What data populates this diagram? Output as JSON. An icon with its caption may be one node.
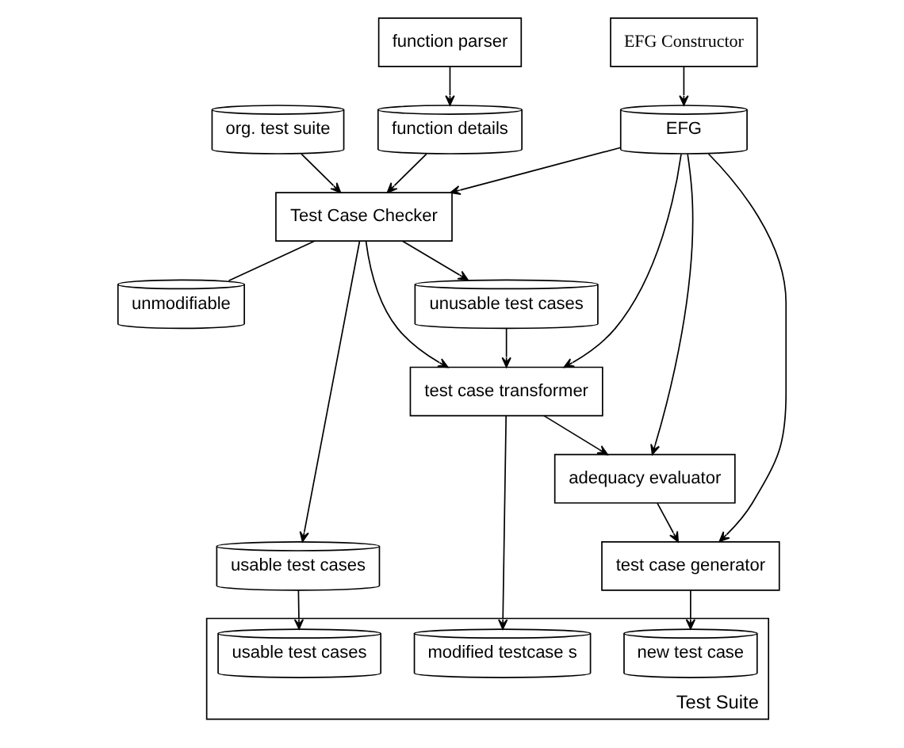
{
  "diagram": {
    "nodes": [
      {
        "text": [
          "function details"
        ]
      },
      {
        "text": [
          "function parser"
        ]
      },
      {
        "text": [
          "org. test suite"
        ]
      },
      {
        "text": [
          "Test Case Checker"
        ]
      },
      {
        "text": [
          "usable test cases"
        ]
      },
      {
        "text": [
          "unmodifiable"
        ]
      },
      {
        "text": [
          "EFG"
        ]
      },
      {
        "text": [
          "test case transformer"
        ]
      },
      {
        "text": [
          "unusable test cases"
        ]
      },
      {
        "text": [
          "adequacy evaluator"
        ]
      },
      {
        "text": [
          "EFG Constructor"
        ]
      },
      {
        "text": [
          "test case generator"
        ]
      },
      {
        "text": [
          "Test Suite"
        ]
      },
      {
        "text": [
          "new test case"
        ],
        "in": 12
      },
      {
        "text": [
          "modified testcase s"
        ],
        "in": 12
      },
      {
        "text": [
          "usable test cases"
        ],
        "in": 12
      }
    ],
    "edges": [
      {
        "from": 1,
        "to": 0,
        "arrow": "to"
      },
      {
        "from": 0,
        "to": 3,
        "arrow": "to"
      },
      {
        "from": 2,
        "to": 3,
        "arrow": "to"
      },
      {
        "from": 6,
        "to": 3,
        "arrow": "to"
      },
      {
        "from": 3,
        "to": 4,
        "arrow": "to"
      },
      {
        "from": 3,
        "to": 5,
        "arrow": "none"
      },
      {
        "from": 3,
        "to": 8,
        "arrow": "to"
      },
      {
        "from": 3,
        "to": 7,
        "arrow": "to"
      },
      {
        "from": 8,
        "to": 7,
        "arrow": "to"
      },
      {
        "from": 6,
        "to": 7,
        "arrow": "to"
      },
      {
        "from": 6,
        "to": 9,
        "arrow": "to"
      },
      {
        "from": 6,
        "to": 11,
        "arrow": "to"
      },
      {
        "from": 10,
        "to": 6,
        "arrow": "to"
      },
      {
        "from": 7,
        "to": 9,
        "arrow": "to"
      },
      {
        "from": 9,
        "to": 11,
        "arrow": "to"
      },
      {
        "from": 11,
        "to": 13,
        "arrow": "to"
      },
      {
        "from": 7,
        "to": 14,
        "arrow": "to"
      },
      {
        "from": 4,
        "to": 15,
        "arrow": "to"
      }
    ]
  }
}
